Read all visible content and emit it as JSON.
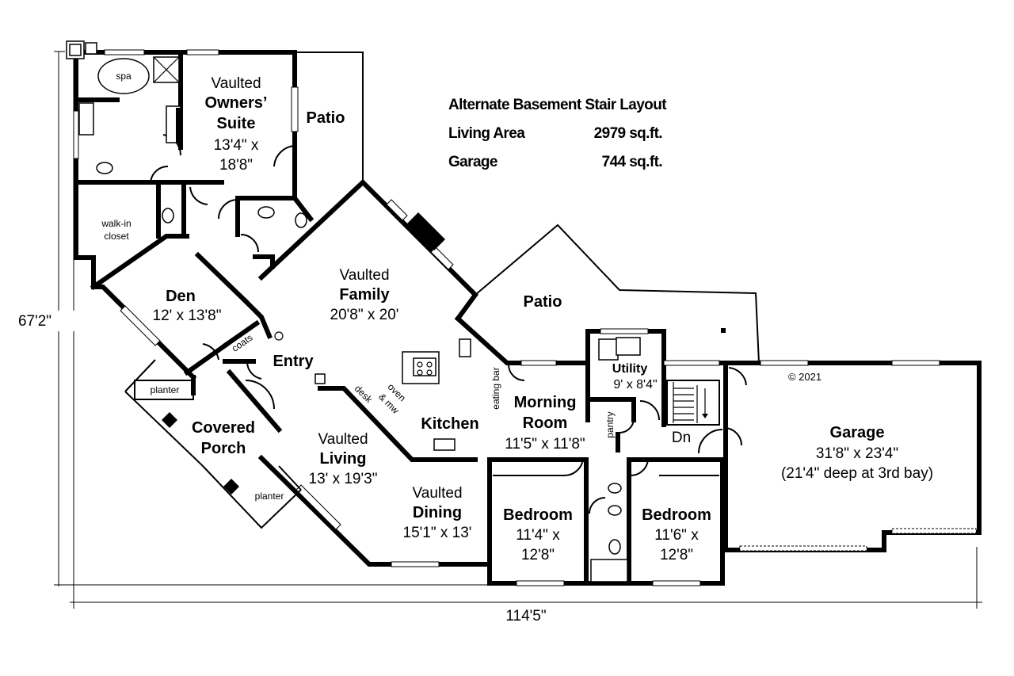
{
  "info": {
    "heading": "Alternate Basement Stair Layout",
    "rows": [
      {
        "label": "Living Area",
        "value": "2979 sq.ft."
      },
      {
        "label": "Garage",
        "value": "744 sq.ft."
      }
    ]
  },
  "dimensions": {
    "depth": "67'2\"",
    "width": "114'5\""
  },
  "copyright": "© 2021",
  "rooms": {
    "owners_suite": {
      "line1": "Vaulted",
      "line2": "Owners’",
      "line3": "Suite",
      "line4": "13'4\" x",
      "line5": "18'8\""
    },
    "patio_top": {
      "name": "Patio"
    },
    "patio_right": {
      "name": "Patio"
    },
    "spa": {
      "name": "spa"
    },
    "walk_in": {
      "line1": "walk-in",
      "line2": "closet"
    },
    "den": {
      "name": "Den",
      "size": "12' x 13'8\""
    },
    "coats": {
      "name": "coats"
    },
    "family": {
      "line1": "Vaulted",
      "line2": "Family",
      "size": "20'8\" x 20'"
    },
    "entry": {
      "name": "Entry"
    },
    "planter_top": {
      "name": "planter"
    },
    "planter_bottom": {
      "name": "planter"
    },
    "covered_porch": {
      "line1": "Covered",
      "line2": "Porch"
    },
    "living": {
      "line1": "Vaulted",
      "line2": "Living",
      "size": "13' x 19'3\""
    },
    "dining": {
      "line1": "Vaulted",
      "line2": "Dining",
      "size": "15'1\" x 13'"
    },
    "kitchen": {
      "name": "Kitchen"
    },
    "desk": {
      "name": "desk"
    },
    "oven": {
      "line1": "oven",
      "line2": "& mw"
    },
    "eating_bar": {
      "name": "eating bar"
    },
    "morning": {
      "line1": "Morning",
      "line2": "Room",
      "size": "11'5\" x 11'8\""
    },
    "utility": {
      "name": "Utility",
      "size": "9' x 8'4\""
    },
    "pantry": {
      "name": "pantry"
    },
    "stair": {
      "name": "Dn"
    },
    "bedroom1": {
      "name": "Bedroom",
      "size1": "11'4\" x",
      "size2": "12'8\""
    },
    "bedroom2": {
      "name": "Bedroom",
      "size1": "11'6\" x",
      "size2": "12'8\""
    },
    "garage": {
      "name": "Garage",
      "size": "31'8\" x 23'4\"",
      "note": "(21'4\" deep at 3rd bay)"
    }
  }
}
